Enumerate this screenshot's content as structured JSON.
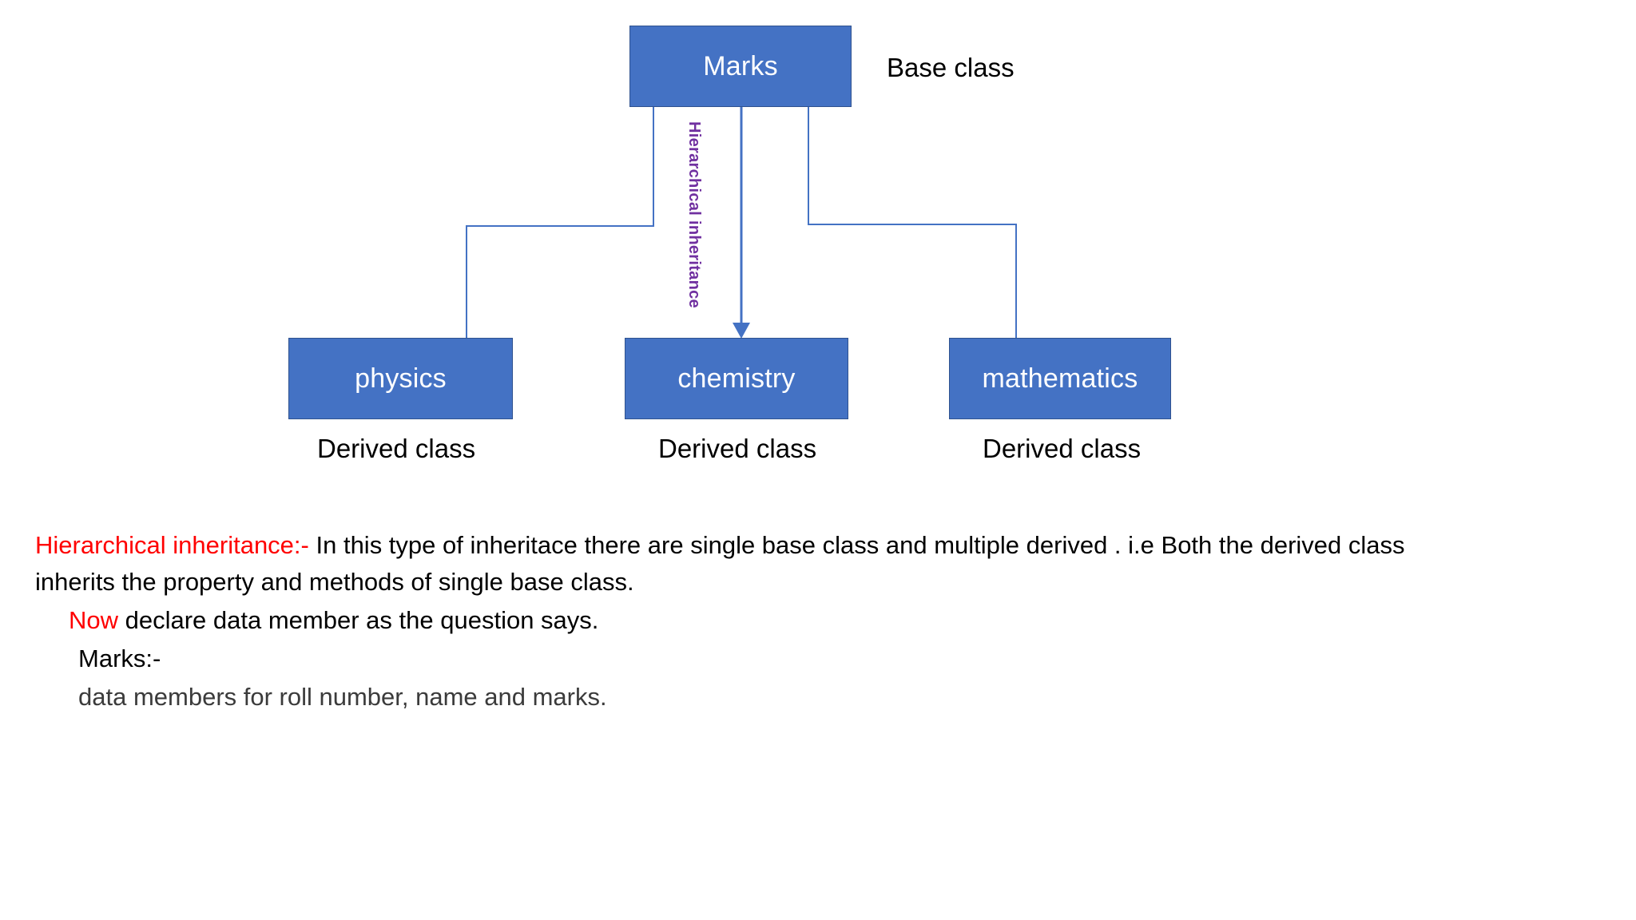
{
  "colors": {
    "node_fill": "#4472C4",
    "node_border": "#2F528F",
    "connector": "#4472C4",
    "vertical_label": "#7030A0",
    "accent_red": "#FF0000",
    "body_text": "#000000",
    "canvas": "#FFFFFF"
  },
  "diagram": {
    "type": "hierarchical-inheritance-tree",
    "base": {
      "node_label": "Marks",
      "role_label": "Base class"
    },
    "derived": [
      {
        "node_label": "physics",
        "role_label": "Derived class"
      },
      {
        "node_label": "chemistry",
        "role_label": "Derived class"
      },
      {
        "node_label": "mathematics",
        "role_label": "Derived class"
      }
    ],
    "arrow_label": "Hierarchical inheritance"
  },
  "body": {
    "paragraph_1": {
      "highlight": "Hierarchical inheritance:-",
      "rest": " In this type of inheritace there are single base class and multiple derived . i.e Both the derived class inherits the property and methods of single base class."
    },
    "paragraph_2": {
      "highlight": "Now",
      "rest": " declare data member as the question says."
    },
    "paragraph_3": "Marks:-",
    "paragraph_4": "data members for roll number, name and marks."
  }
}
